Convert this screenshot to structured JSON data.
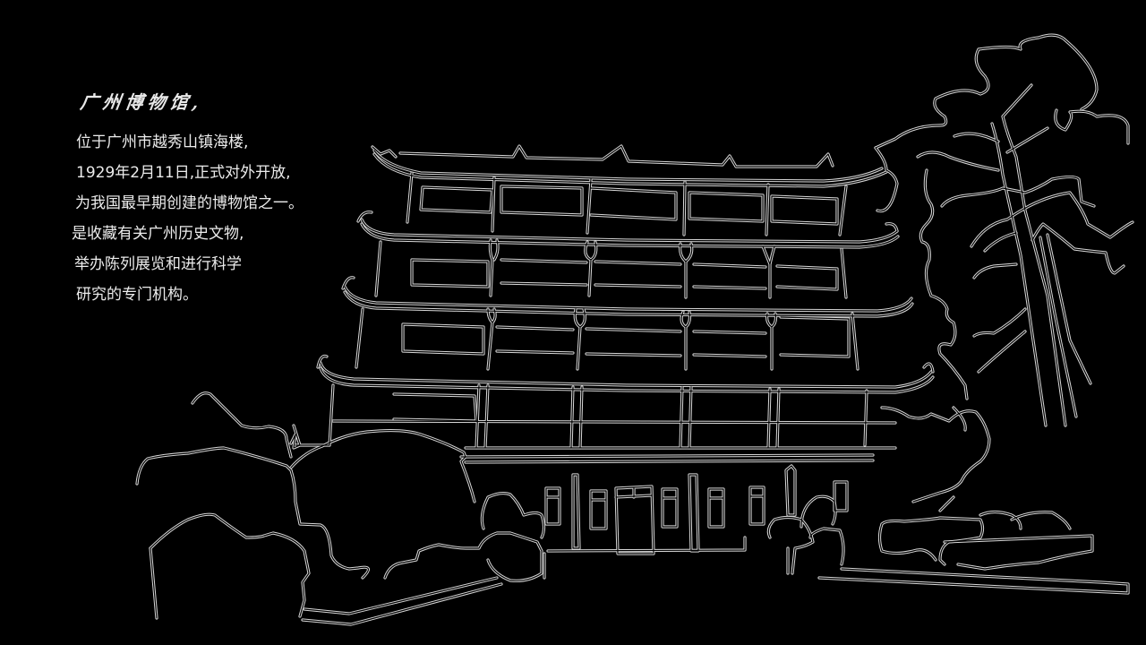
{
  "slide": {
    "background_color": "#000000",
    "line_color": "#d8d8d8",
    "title": "广州博物馆,",
    "body_lines": [
      "位于广州市越秀山镇海楼,",
      "1929年2月11日,正式对外开放,",
      "为我国最早期创建的博物馆之一。",
      "是收藏有关广州历史文物,",
      "举办陈列展览和进行科学",
      "研究的专门机构。"
    ],
    "illustration": {
      "subject": "zhenhai-tower-line-drawing",
      "elements": [
        "five-storey-tower",
        "eaves",
        "windows",
        "entrance-gate",
        "trees",
        "shrubs",
        "rocks",
        "steps"
      ]
    }
  }
}
